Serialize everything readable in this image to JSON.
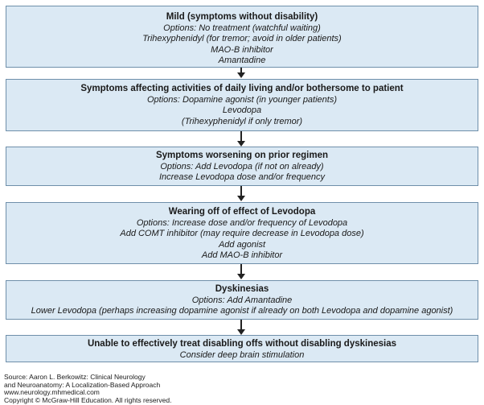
{
  "steps": [
    {
      "title": "Mild (symptoms without disability)",
      "lines": [
        "Options: No treatment (watchful waiting)",
        "Trihexyphenidyl (for tremor; avoid in older patients)",
        "MAO-B inhibitor",
        "Amantadine"
      ]
    },
    {
      "title": "Symptoms affecting activities of daily living and/or bothersome to patient",
      "lines": [
        "Options: Dopamine agonist (in younger patients)",
        "Levodopa",
        "(Trihexyphenidyl if only tremor)"
      ]
    },
    {
      "title": "Symptoms worsening on prior regimen",
      "lines": [
        "Options: Add Levodopa (if not on already)",
        "Increase Levodopa dose and/or frequency"
      ]
    },
    {
      "title": "Wearing off of effect of Levodopa",
      "lines": [
        "Options: Increase dose and/or frequency of Levodopa",
        "Add COMT inhibitor (may require decrease in Levodopa dose)",
        "Add agonist",
        "Add MAO-B inhibitor"
      ]
    },
    {
      "title": "Dyskinesias",
      "lines": [
        "Options: Add Amantadine",
        "Lower Levodopa (perhaps increasing dopamine agonist if already on both Levodopa and dopamine agonist)"
      ]
    },
    {
      "title": "Unable to effectively treat disabling offs without disabling dyskinesias",
      "lines": [
        "Consider deep brain stimulation"
      ]
    }
  ],
  "source": {
    "line1": "Source: Aaron L. Berkowitz: Clinical Neurology",
    "line2": "and Neuroanatomy: A Localization-Based Approach",
    "line3": "www.neurology.mhmedical.com",
    "line4": "Copyright © McGraw-Hill Education. All rights reserved."
  }
}
